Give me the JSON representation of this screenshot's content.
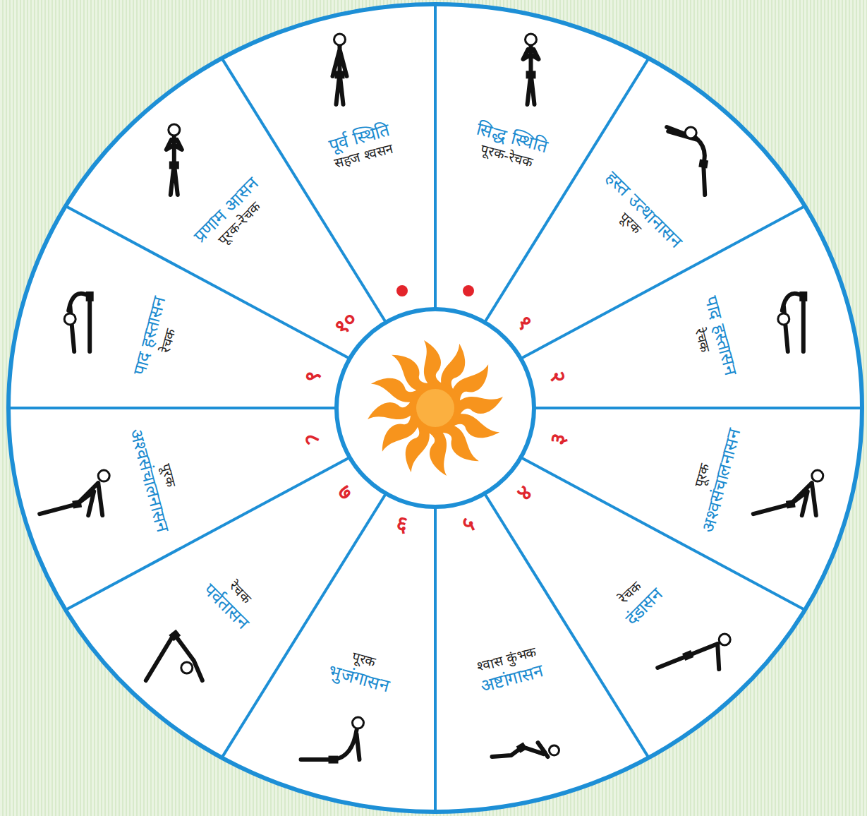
{
  "diagram": {
    "nodes": [
      {
        "text": [
          "पूर्व स्थिति",
          "सहज श्वसन"
        ]
      },
      {
        "text": [
          "सिद्ध स्थिति",
          "पूरक-रेचक"
        ]
      },
      {
        "text": [
          "हस्त उत्थानासन",
          "पूरक"
        ]
      },
      {
        "text": [
          "पाद हस्तासन",
          "रेचक"
        ]
      },
      {
        "text": [
          "अश्वसंचालनासन",
          "पूरक"
        ]
      },
      {
        "text": [
          "दंडासन",
          "रेचक"
        ]
      },
      {
        "text": [
          "अष्टांगासन",
          "श्वास कुंभक"
        ]
      },
      {
        "text": [
          "भुजंगासन",
          "पूरक"
        ]
      },
      {
        "text": [
          "पर्वतासन",
          "रेचक"
        ]
      },
      {
        "text": [
          "अश्वसंचालनासन",
          "पूरक"
        ]
      },
      {
        "text": [
          "पाद हस्तासन",
          "रेचक"
        ]
      },
      {
        "text": [
          "प्रणाम आसन",
          "पूरक-रेचक"
        ]
      }
    ],
    "labels": [
      "१",
      "२",
      "३",
      "४",
      "५",
      "६",
      "७",
      "८",
      "९",
      "१०"
    ]
  }
}
